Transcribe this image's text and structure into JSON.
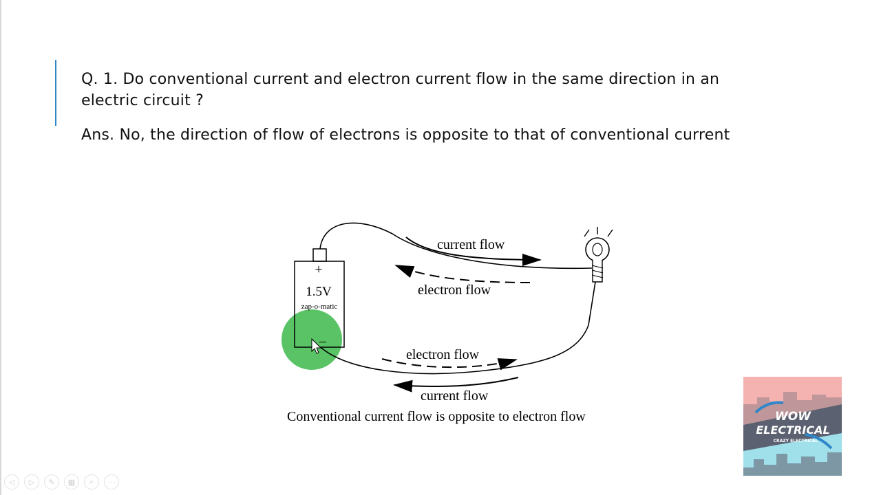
{
  "slide": {
    "question": "Q. 1. Do conventional current and electron current flow in the same direction in an electric circuit ?",
    "answer": "Ans. No, the direction of flow of electrons is opposite to that of conventional current"
  },
  "diagram": {
    "battery_voltage": "1.5V",
    "battery_brand": "zap-o-matic",
    "battery_plus": "+",
    "battery_minus": "–",
    "label_top_current": "current flow",
    "label_top_electron": "electron flow",
    "label_bottom_electron": "electron flow",
    "label_bottom_current": "current flow",
    "caption": "Conventional current flow is opposite to electron flow",
    "highlight_color": "#3cb84a"
  },
  "logo": {
    "title_line1": "WOW",
    "title_line2": "ELECTRICAL",
    "tagline": "CRAZY ELECTRICAL",
    "colors": {
      "pink": "#f4b3b1",
      "teal": "#9fe0ea",
      "dark": "#5b6170"
    }
  },
  "toolbar": {
    "icons": [
      "prev-icon",
      "next-icon",
      "pen-icon",
      "slides-icon",
      "zoom-icon",
      "more-icon"
    ],
    "glyphs": [
      "◁",
      "▷",
      "✎",
      "▦",
      "⌕",
      "⋯"
    ]
  }
}
